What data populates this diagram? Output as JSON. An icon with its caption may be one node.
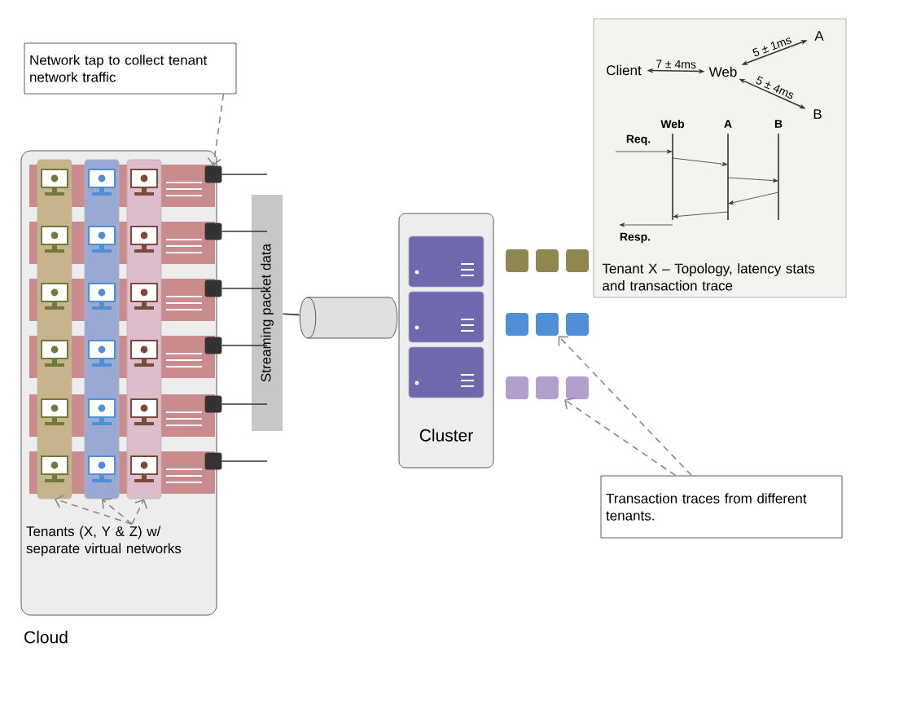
{
  "diagram": {
    "nodes": [
      {
        "text": [
          "Network tap to collect tenant network traffic"
        ]
      },
      {
        "text": [
          "Cloud"
        ]
      },
      {
        "text": [],
        "shape": "box",
        "in": 1
      },
      {
        "text": [],
        "shape": "box",
        "in": 1
      },
      {
        "text": [],
        "shape": "box",
        "in": 1
      },
      {
        "text": [],
        "shape": "box",
        "in": 1
      },
      {
        "text": [],
        "shape": "box",
        "in": 1
      },
      {
        "text": [],
        "shape": "box",
        "in": 1
      },
      {
        "text": [],
        "shape": "bar",
        "in": 1
      },
      {
        "text": [],
        "shape": "bar",
        "in": 1
      },
      {
        "text": [],
        "shape": "bar",
        "in": 1
      },
      {
        "text": [
          "Tenants (X, Y & Z) w/ separate virtual networks"
        ],
        "in": 1
      },
      {
        "text": [
          "Streaming packet data"
        ]
      },
      {
        "text": [],
        "shape": "cylinder"
      },
      {
        "text": [
          "Cluster"
        ]
      },
      {
        "text": [],
        "shape": "box"
      },
      {
        "text": [],
        "shape": "box"
      },
      {
        "text": [],
        "shape": "box"
      },
      {
        "text": [
          "Transaction traces from different tenants."
        ]
      },
      {
        "text": [
          "Tenant X – Topology, latency stats and transaction trace"
        ]
      },
      {
        "text": [
          "Client"
        ],
        "in": 19
      },
      {
        "text": [
          "Web"
        ],
        "in": 19
      },
      {
        "text": [
          "A"
        ],
        "in": 19
      },
      {
        "text": [
          "B"
        ],
        "in": 19
      }
    ],
    "edges": [
      {
        "from": 0,
        "to": 2,
        "arrow": "to",
        "style": "dashed",
        "color": "#888888"
      },
      {
        "from": 11,
        "to": 8,
        "arrow": "to",
        "style": "dashed",
        "color": "#888888"
      },
      {
        "from": 11,
        "to": 9,
        "arrow": "to",
        "style": "dashed",
        "color": "#888888"
      },
      {
        "from": 11,
        "to": 10,
        "arrow": "to",
        "style": "dashed",
        "color": "#888888"
      },
      {
        "from": 2,
        "to": 12,
        "arrow": "none"
      },
      {
        "from": 3,
        "to": 12,
        "arrow": "none"
      },
      {
        "from": 4,
        "to": 12,
        "arrow": "none"
      },
      {
        "from": 5,
        "to": 12,
        "arrow": "none"
      },
      {
        "from": 6,
        "to": 12,
        "arrow": "none"
      },
      {
        "from": 7,
        "to": 12,
        "arrow": "none"
      },
      {
        "from": 12,
        "to": 13,
        "arrow": "none"
      },
      {
        "from": 18,
        "to": 16,
        "arrow": "to",
        "style": "dashed",
        "color": "#888888"
      },
      {
        "from": 18,
        "to": 17,
        "arrow": "to",
        "style": "dashed",
        "color": "#888888"
      },
      {
        "from": 20,
        "to": 21,
        "arrow": "both",
        "label": "7 ± 4ms"
      },
      {
        "from": 21,
        "to": 22,
        "arrow": "both",
        "label": "5 ± 1ms"
      },
      {
        "from": 21,
        "to": 23,
        "arrow": "both",
        "label": "5 ± 4ms"
      }
    ],
    "labels": [
      "Web",
      "A",
      "B",
      "Req.",
      "Resp."
    ]
  }
}
